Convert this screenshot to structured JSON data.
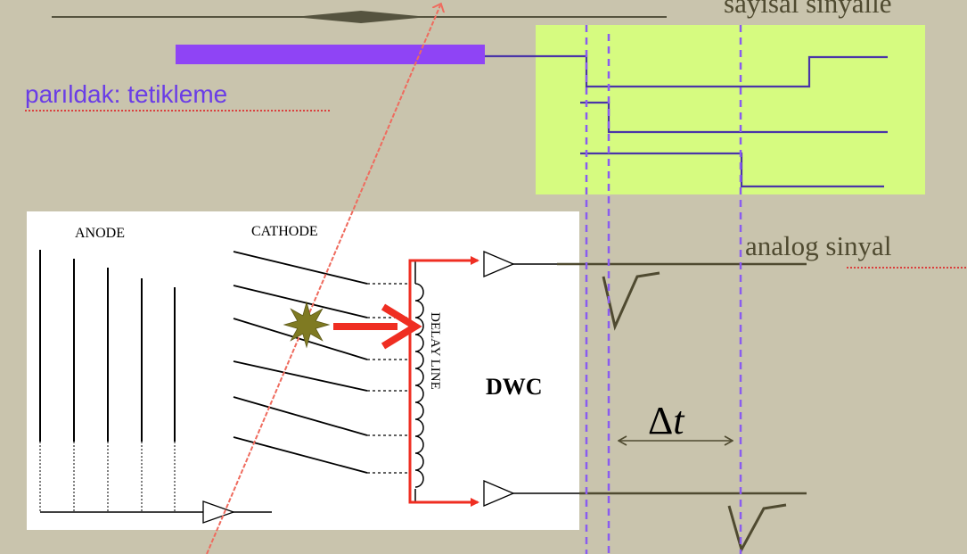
{
  "slide": {
    "header_text": "sayısal sinyalle",
    "trigger_label": "parıldak: tetikleme",
    "analog_label": "analog sinyal",
    "anode_label": "ANODE",
    "cathode_label": "CATHODE",
    "delay_line_label": "DELAY LINE",
    "dwc_label": "DWC",
    "delta_t_symbol": "Δ",
    "delta_t_var": "t"
  },
  "colors": {
    "background": "#c9c4ad",
    "digital_panel": "#d6fb80",
    "trigger_bar": "#8f44f5",
    "digital_trace": "#4a35a8",
    "guide_dashes": "#8a5cf0",
    "analog_trace": "#4f4a30",
    "track": "#ef6b5e",
    "arrow_red": "#ef2e22",
    "hit_star": "#7f7a22",
    "diagram_ink": "#000000",
    "trigger_text": "#6a3de6"
  }
}
